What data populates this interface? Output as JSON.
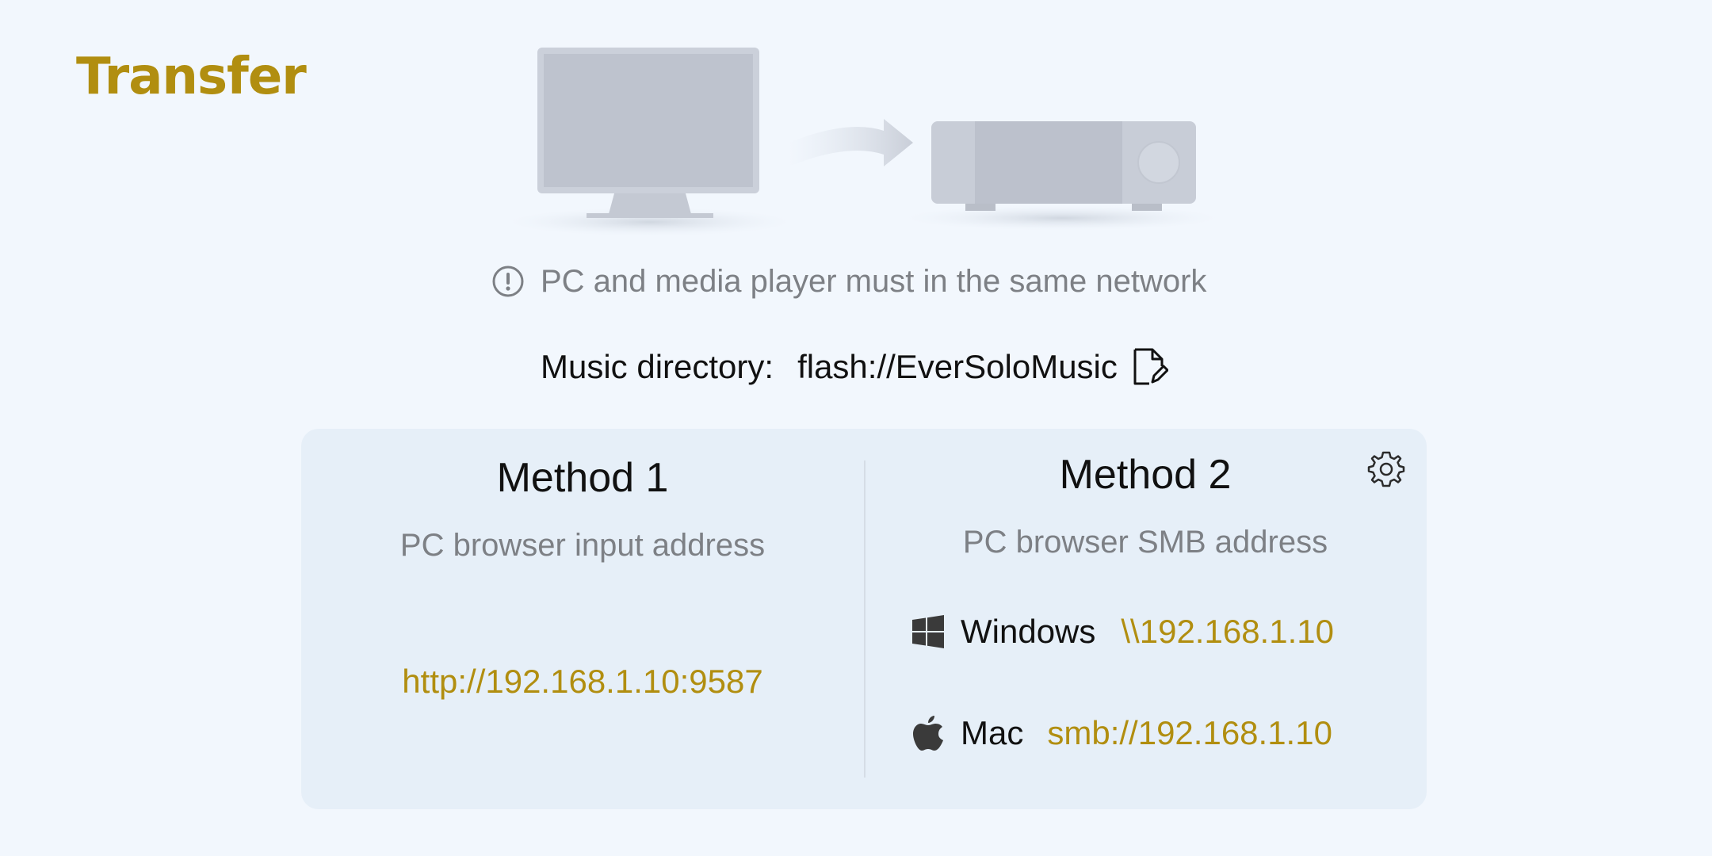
{
  "page": {
    "title": "Transfer"
  },
  "note": {
    "icon": "info-circle-icon",
    "text": "PC and media player must in the same network"
  },
  "music_directory": {
    "label": "Music directory:",
    "value": "flash://EverSoloMusic",
    "edit_icon": "edit-file-icon"
  },
  "method1": {
    "title": "Method 1",
    "subtitle": "PC browser input address",
    "address": "http://192.168.1.10:9587"
  },
  "method2": {
    "title": "Method 2",
    "subtitle": "PC browser SMB address",
    "settings_icon": "gear-icon",
    "windows": {
      "icon": "windows-icon",
      "label": "Windows",
      "address": "\\\\192.168.1.10"
    },
    "mac": {
      "icon": "apple-icon",
      "label": "Mac",
      "address": "smb://192.168.1.10"
    }
  },
  "colors": {
    "accent": "#b18e10",
    "background": "#f2f7fd",
    "card": "#e6eff8",
    "muted_text": "#7d8085"
  }
}
